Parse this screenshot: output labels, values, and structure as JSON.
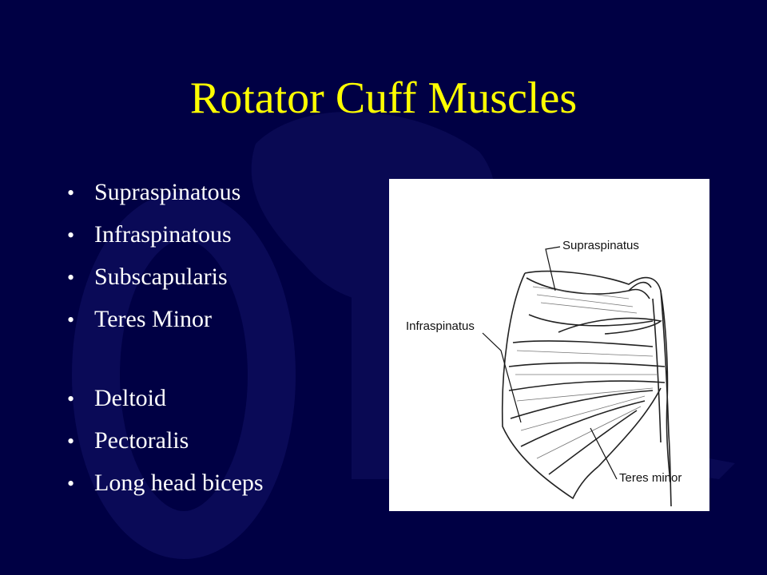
{
  "slide": {
    "title": "Rotator Cuff Muscles",
    "bullet_glyph": "•",
    "bullets": [
      "Supraspinatous",
      "Infraspinatous",
      "Subscapularis",
      "Teres Minor",
      "Deltoid",
      "Pectoralis",
      "Long head biceps"
    ],
    "figure": {
      "labels": {
        "supraspinatus": "Supraspinatus",
        "infraspinatus": "Infraspinatus",
        "teres_minor": "Teres minor"
      }
    },
    "colors": {
      "background": "#000044",
      "title": "#ffff00",
      "text": "#ffffff",
      "figure_background": "#ffffff"
    }
  }
}
